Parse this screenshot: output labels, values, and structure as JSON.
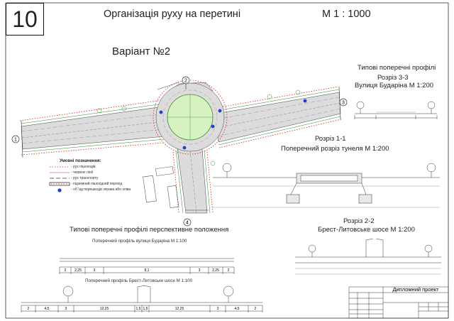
{
  "sheet_number": "10",
  "title": "Організація руху на перетині",
  "scale": "М 1 : 1000",
  "variant": "Варіант №2",
  "nodes": [
    "1",
    "2",
    "3",
    "4"
  ],
  "legend": {
    "title": "Умовні позначення:",
    "items": [
      "- рух пішоходів",
      "- червоні лінії",
      "- рух транспорту",
      "- підземний пішохідний перехід",
      "- об`їзд перешкоди зправа або зліва"
    ]
  },
  "section33": {
    "group": "Типові поперечні профілі",
    "name": "Розріз 3-3",
    "street": "Вулиця Бударіна М 1:200"
  },
  "section11": {
    "name": "Розріз 1-1",
    "desc": "Поперечний розріз тунеля М 1:200"
  },
  "section22": {
    "name": "Розріз 2-2",
    "street": "Брест-Литовське шосе М 1:200"
  },
  "perspective": {
    "title": "Типові поперечні профілі перспективне положення",
    "profile1": "Поперечний профіль вулиця Бударіна   М 1:100",
    "profile2": "Поперечний профіль Брест-Литовське шосе  М 1:100",
    "dims1": [
      "2",
      "2,25",
      "3",
      "8,1",
      "3",
      "2,25",
      "2"
    ],
    "dims2": [
      "2",
      "4,5",
      "3",
      "12,25",
      "1,5",
      "1,5",
      "12,25",
      "3",
      "4,5",
      "2"
    ]
  },
  "title_block": {
    "project": "Дипломний проект"
  },
  "colors": {
    "line": "#333333",
    "roadway": "#cfcfcf",
    "green": "#d6f2c0",
    "green_edge": "#3a8a2a",
    "red": "#d62020",
    "blue": "#1f3fd6"
  }
}
